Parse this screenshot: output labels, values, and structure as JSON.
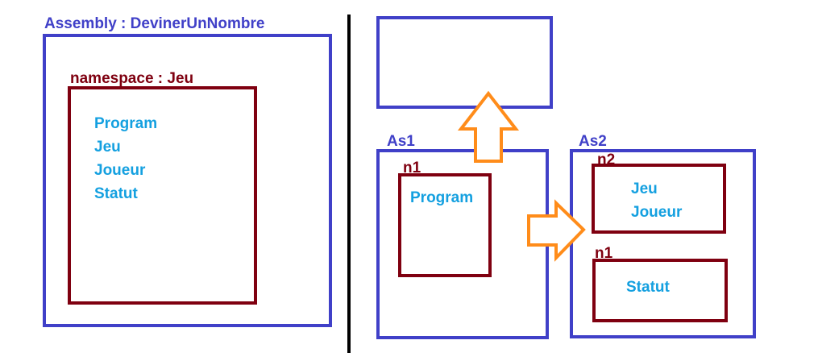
{
  "left_panel": {
    "assembly_label": "Assembly : DevinerUnNombre",
    "namespace_label": "namespace : Jeu",
    "classes": [
      "Program",
      "Jeu",
      "Joueur",
      "Statut"
    ]
  },
  "right_panel": {
    "as1": {
      "label": "As1",
      "namespace_label": "n1",
      "classes": [
        "Program"
      ]
    },
    "as2": {
      "label": "As2",
      "namespace_n2_label": "n2",
      "n2_classes": [
        "Jeu",
        "Joueur"
      ],
      "namespace_n1_label": "n1",
      "n1_classes": [
        "Statut"
      ]
    }
  },
  "colors": {
    "assembly_border": "#4040c8",
    "namespace_border": "#7f0010",
    "class_text": "#14a0e0",
    "arrow_stroke": "#ff8c1a",
    "divider": "#000000"
  }
}
